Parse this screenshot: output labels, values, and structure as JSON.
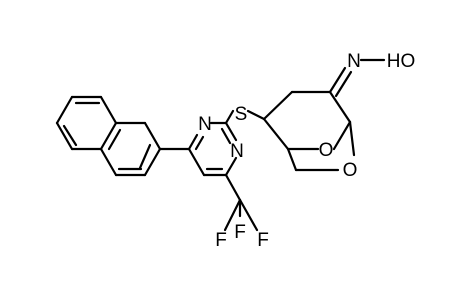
{
  "structure": {
    "atoms": {
      "N1": "N",
      "N2": "N",
      "S": "S",
      "F_top": "F",
      "F_left": "F",
      "F_right": "F",
      "O_ring1": "O",
      "O_ring2": "O",
      "N_oxime": "N",
      "OH": "HO"
    }
  },
  "colors": {
    "bond": "#000000",
    "label": "#000000",
    "background": "#ffffff"
  }
}
